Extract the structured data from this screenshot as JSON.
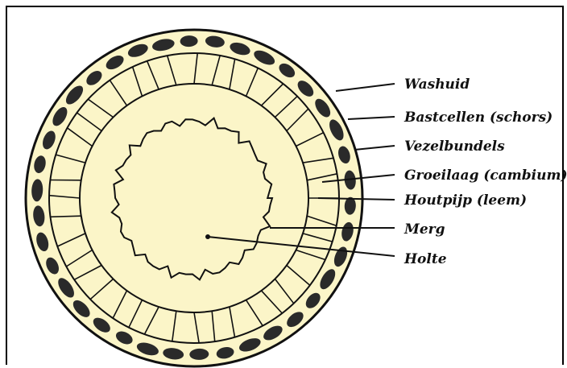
{
  "figure": {
    "labels": [
      {
        "id": "washuid",
        "text": "Washuid"
      },
      {
        "id": "bastcellen",
        "text": "Bastcellen (schors)"
      },
      {
        "id": "vezelbundels",
        "text": "Vezelbundels"
      },
      {
        "id": "groeilaag",
        "text": "Groeilaag (cambium)"
      },
      {
        "id": "houtpijp",
        "text": "Houtpijp (leem)"
      },
      {
        "id": "merg",
        "text": "Merg"
      },
      {
        "id": "holte",
        "text": "Holte"
      }
    ]
  },
  "colors": {
    "fill": "#fbf5c8",
    "ink": "#111111",
    "background": "#ffffff"
  }
}
